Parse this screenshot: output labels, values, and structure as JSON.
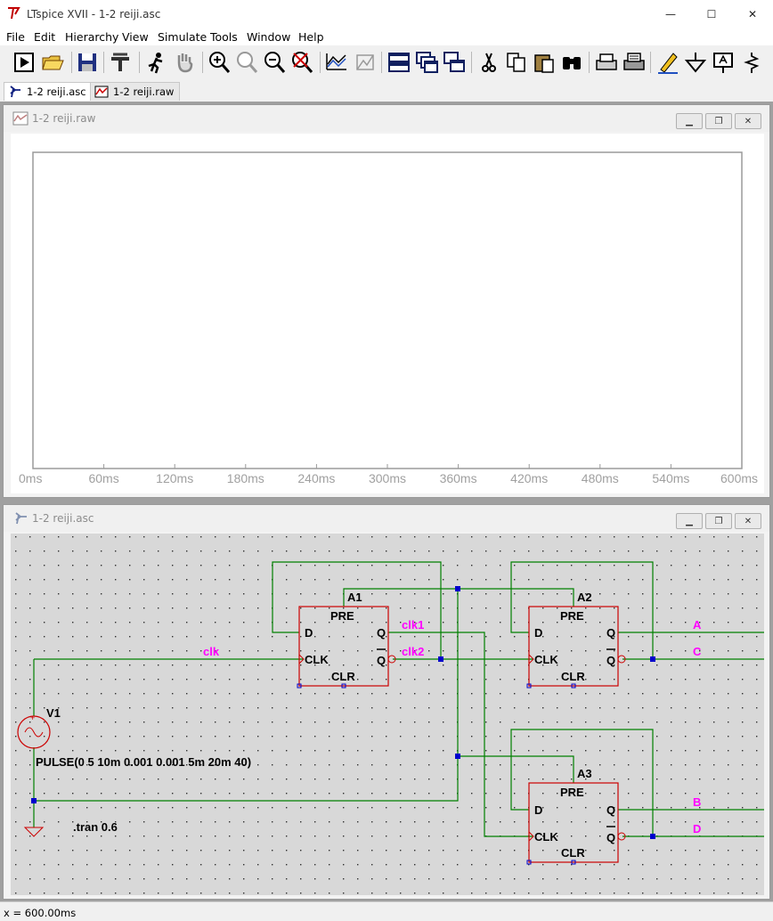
{
  "app": {
    "title": "LTspice XVII - 1-2 reiji.asc",
    "window_controls": {
      "minimize": "—",
      "maximize": "☐",
      "close": "✕"
    }
  },
  "menu": [
    "File",
    "Edit",
    "Hierarchy",
    "View",
    "Simulate",
    "Tools",
    "Window",
    "Help"
  ],
  "toolbar": {
    "icons": [
      "run-icon",
      "open-icon",
      "save-icon",
      "control-panel-icon",
      "halt-icon",
      "pan-icon",
      "zoom-in-icon",
      "zoom-full-icon",
      "zoom-out-icon",
      "zoom-cancel-icon",
      "autorange-icon",
      "fit-icon",
      "tile-horizontal-icon",
      "cascade-icon",
      "tile-vertical-icon",
      "cut-icon",
      "copy-icon",
      "paste-icon",
      "find-icon",
      "print-preview-icon",
      "print-icon",
      "draw-wire-icon",
      "ground-icon",
      "label-net-icon",
      "resistor-icon",
      "more-icon"
    ]
  },
  "tabs": [
    {
      "label": "1-2 reiji.asc",
      "active": true
    },
    {
      "label": "1-2 reiji.raw",
      "active": false
    }
  ],
  "waveform_window": {
    "title": "1-2 reiji.raw",
    "x_ticks": [
      "0ms",
      "60ms",
      "120ms",
      "180ms",
      "240ms",
      "300ms",
      "360ms",
      "420ms",
      "480ms",
      "540ms",
      "600ms"
    ]
  },
  "schematic_window": {
    "title": "1-2 reiji.asc",
    "flipflops": [
      {
        "name": "A1",
        "pre": "PRE",
        "clr": "CLR",
        "d": "D",
        "clk": "CLK",
        "q": "Q",
        "qbar": "Q"
      },
      {
        "name": "A2",
        "pre": "PRE",
        "clr": "CLR",
        "d": "D",
        "clk": "CLK",
        "q": "Q",
        "qbar": "Q"
      },
      {
        "name": "A3",
        "pre": "PRE",
        "clr": "CLR",
        "d": "D",
        "clk": "CLK",
        "q": "Q",
        "qbar": "Q"
      }
    ],
    "net_labels": [
      "clk",
      "clk1",
      "clk2",
      "A",
      "C",
      "B",
      "D"
    ],
    "source": {
      "name": "V1",
      "value": "PULSE(0 5 10m 0.001 0.001 5m 20m 40)"
    },
    "directive": ".tran 0.6",
    "colors": {
      "wire": "#008000",
      "component": "#cc0000",
      "label": "#ff00ff",
      "junction": "#0000cc",
      "canvas": "#d8d8d8"
    }
  },
  "status": {
    "text": "x = 600.00ms"
  }
}
